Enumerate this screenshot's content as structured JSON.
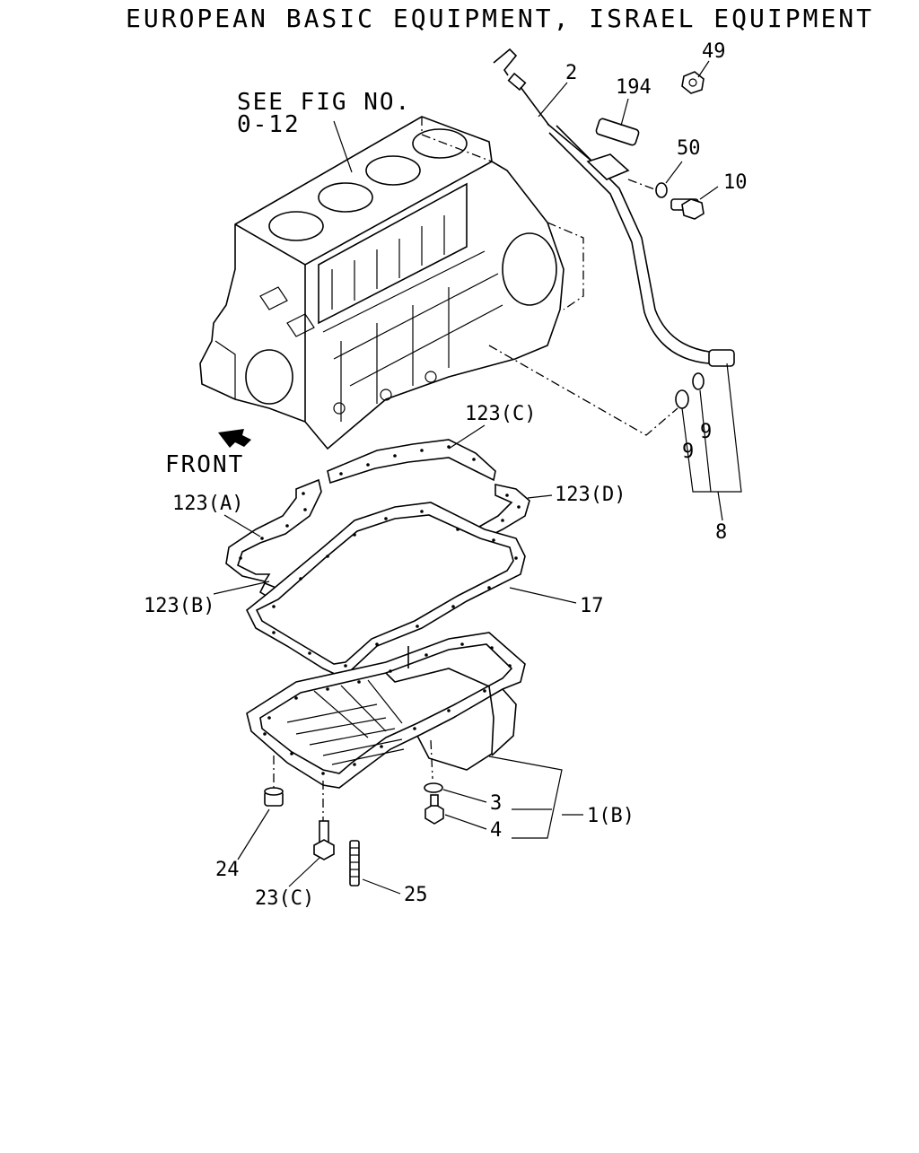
{
  "title": "EUROPEAN BASIC EQUIPMENT, ISRAEL EQUIPMENT",
  "reference": {
    "line1": "SEE FIG NO.",
    "line2": "0-12"
  },
  "direction_label": "FRONT",
  "callouts": {
    "c2": "2",
    "c194": "194",
    "c49": "49",
    "c50": "50",
    "c10": "10",
    "c9a": "9",
    "c9b": "9",
    "c8": "8",
    "c123c": "123(C)",
    "c123d": "123(D)",
    "c123a": "123(A)",
    "c123b": "123(B)",
    "c17": "17",
    "c3": "3",
    "c4": "4",
    "c1b": "1(B)",
    "c24": "24",
    "c23c": "23(C)",
    "c25": "25"
  }
}
